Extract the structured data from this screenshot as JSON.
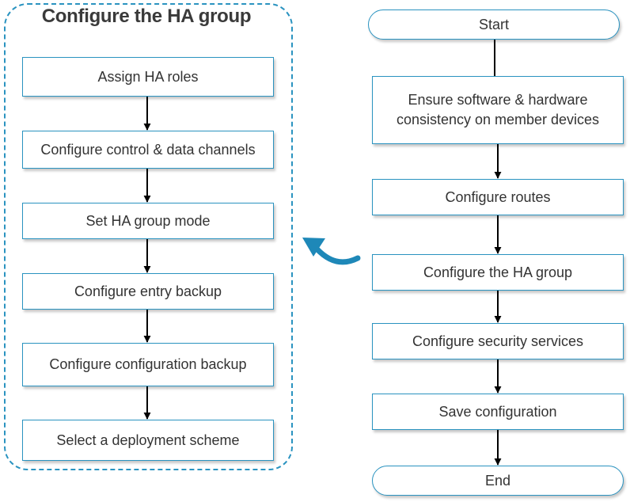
{
  "group": {
    "title": "Configure the HA group",
    "steps": [
      "Assign HA roles",
      "Configure control & data channels",
      "Set HA group mode",
      "Configure entry backup",
      "Configure configuration backup",
      "Select a deployment scheme"
    ]
  },
  "flow": {
    "start": "Start",
    "steps": [
      "Ensure software & hardware consistency on member devices",
      "Configure routes",
      "Configure the HA group",
      "Configure security services",
      "Save configuration"
    ],
    "end": "End"
  },
  "colors": {
    "border": "#2a93c0",
    "callout_arrow": "#1e88b8",
    "connector": "#000000"
  }
}
